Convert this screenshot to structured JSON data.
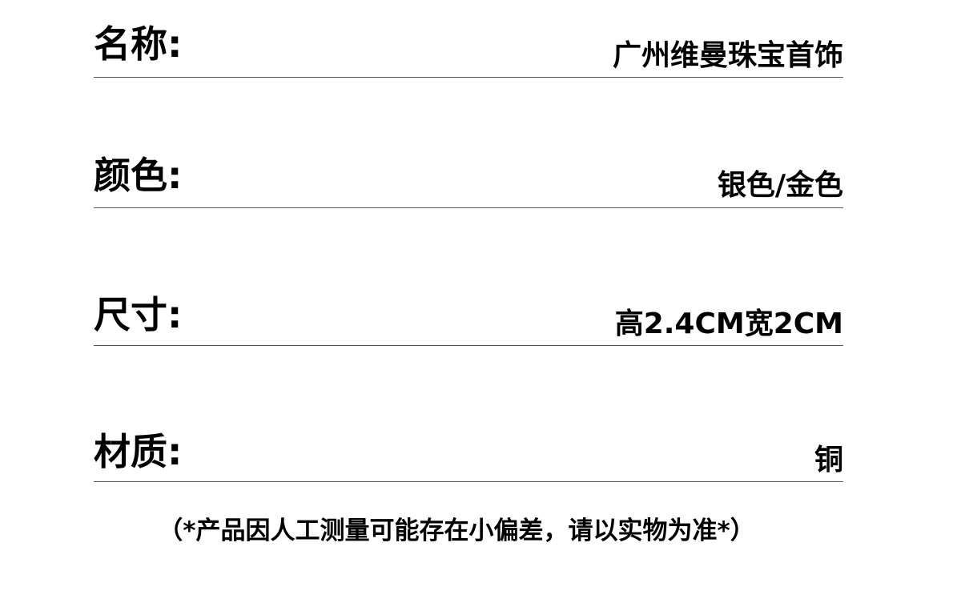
{
  "rows": [
    {
      "label": "名称:",
      "value": "广州维曼珠宝首饰"
    },
    {
      "label": "颜色:",
      "value": "银色/金色"
    },
    {
      "label": "尺寸:",
      "value": "高2.4CM宽2CM"
    },
    {
      "label": "材质:",
      "value": "铜"
    }
  ],
  "note": "（*产品因人工测量可能存在小偏差，请以实物为准*）"
}
